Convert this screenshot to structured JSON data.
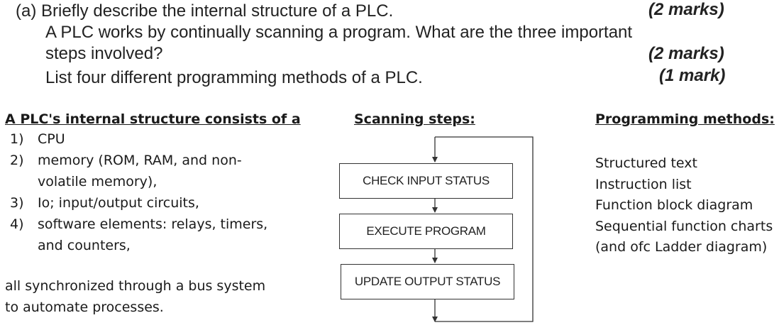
{
  "question": {
    "line1": "(a) Briefly describe the internal structure of a PLC.",
    "marks1": "(2 marks)",
    "line2": "A PLC works by continually scanning a program.  What are the three important",
    "line3": "steps involved?",
    "marks2": "(2 marks)",
    "line4": "List four different programming methods of a PLC.",
    "marks3": "(1 mark)"
  },
  "structure": {
    "heading": "A PLC's internal structure consists of a",
    "items": [
      {
        "num": "1)",
        "lines": [
          "CPU"
        ]
      },
      {
        "num": "2)",
        "lines": [
          "memory (ROM, RAM, and non-",
          "volatile memory),"
        ]
      },
      {
        "num": "3)",
        "lines": [
          "Io; input/output circuits,"
        ]
      },
      {
        "num": "4)",
        "lines": [
          "software elements: relays, timers,",
          "and counters,"
        ]
      }
    ],
    "closing": [
      "all synchronized through a bus system",
      "to automate processes."
    ]
  },
  "scanning": {
    "heading": "Scanning steps:",
    "steps": [
      "CHECK INPUT STATUS",
      "EXECUTE PROGRAM",
      "UPDATE OUTPUT STATUS"
    ]
  },
  "methods": {
    "heading": "Programming methods:",
    "items": [
      "Structured text",
      "Instruction list",
      "Function block diagram",
      "Sequential function charts",
      "(and ofc Ladder diagram)"
    ]
  }
}
